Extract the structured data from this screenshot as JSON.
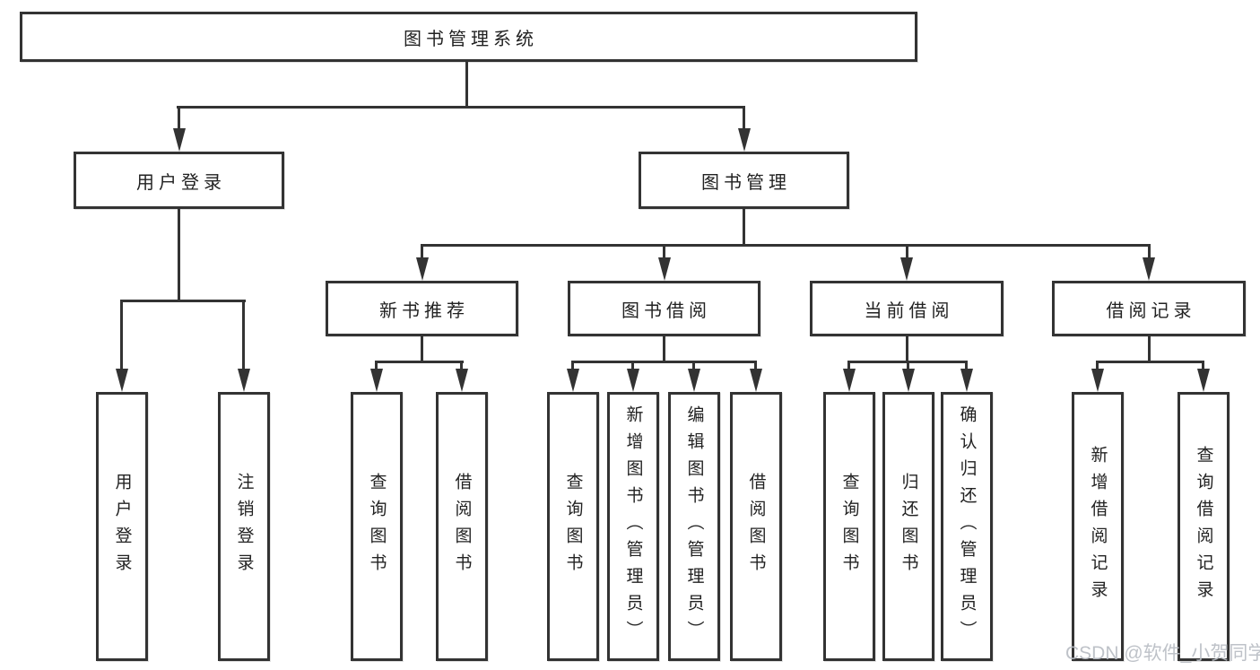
{
  "tree": {
    "root": {
      "label": "图书管理系统"
    },
    "level2": [
      {
        "label": "用户登录"
      },
      {
        "label": "图书管理"
      }
    ],
    "level3": [
      {
        "label": "新书推荐",
        "parent": "图书管理"
      },
      {
        "label": "图书借阅",
        "parent": "图书管理"
      },
      {
        "label": "当前借阅",
        "parent": "图书管理"
      },
      {
        "label": "借阅记录",
        "parent": "图书管理"
      }
    ],
    "leaves": [
      {
        "label": "用户登录",
        "parent": "用户登录"
      },
      {
        "label": "注销登录",
        "parent": "用户登录"
      },
      {
        "label": "查询图书",
        "parent": "新书推荐"
      },
      {
        "label": "借阅图书",
        "parent": "新书推荐"
      },
      {
        "label": "查询图书",
        "parent": "图书借阅"
      },
      {
        "label": "新增图书（管理员）",
        "parent": "图书借阅"
      },
      {
        "label": "编辑图书（管理员）",
        "parent": "图书借阅"
      },
      {
        "label": "借阅图书",
        "parent": "图书借阅"
      },
      {
        "label": "查询图书",
        "parent": "当前借阅"
      },
      {
        "label": "归还图书",
        "parent": "当前借阅"
      },
      {
        "label": "确认归还（管理员）",
        "parent": "当前借阅"
      },
      {
        "label": "新增借阅记录",
        "parent": "借阅记录"
      },
      {
        "label": "查询借阅记录",
        "parent": "借阅记录"
      }
    ]
  },
  "watermark": {
    "text": "CSDN @软件_小贺同学"
  },
  "colors": {
    "line": "#333333",
    "text": "#222222",
    "watermark": "#b9bdc4",
    "background": "#ffffff"
  }
}
